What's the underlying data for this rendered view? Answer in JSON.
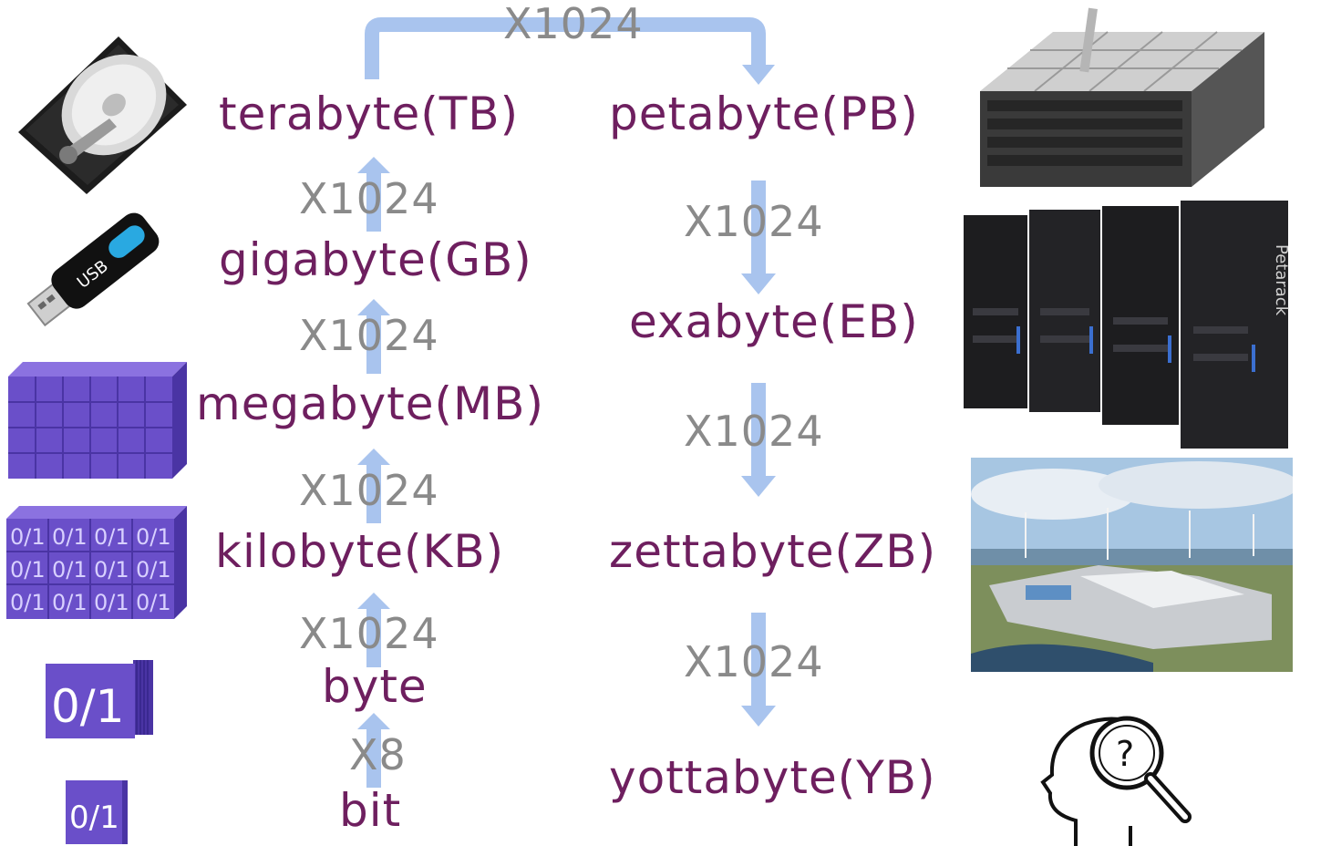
{
  "units": {
    "bit": "bit",
    "byte": "byte",
    "kb": "kilobyte(KB)",
    "mb": "megabyte(MB)",
    "gb": "gigabyte(GB)",
    "tb": "terabyte(TB)",
    "pb": "petabyte(PB)",
    "eb": "exabyte(EB)",
    "zb": "zettabyte(ZB)",
    "yb": "yottabyte(YB)"
  },
  "multipliers": {
    "bit_to_byte": "X8",
    "byte_to_kb": "X1024",
    "kb_to_mb": "X1024",
    "mb_to_gb": "X1024",
    "gb_to_tb": "X1024",
    "tb_to_pb": "X1024",
    "pb_to_eb": "X1024",
    "eb_to_zb": "X1024",
    "zb_to_yb": "X1024"
  },
  "labels": {
    "usb": "USB",
    "rack_brand": "Petarack",
    "bit_glyph": "0/1",
    "question": "?"
  },
  "colors": {
    "unit_text": "#6e1f5f",
    "multiplier_text": "#8a8a8a",
    "arrow": "#a9c4ee",
    "cube": "#6a4fc9"
  }
}
